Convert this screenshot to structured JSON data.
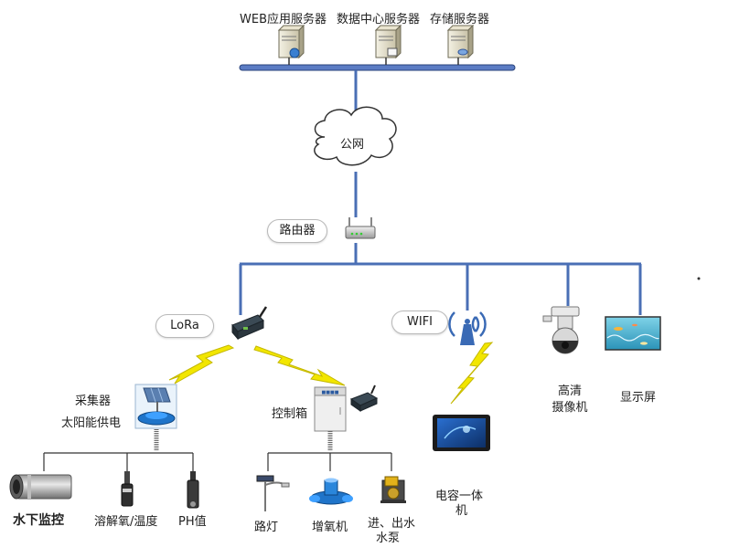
{
  "servers": {
    "web": "WEB应用服务器",
    "datacenter": "数据中心服务器",
    "storage": "存储服务器"
  },
  "cloud": "公网",
  "router": "路由器",
  "lora": "LoRa",
  "wifi": "WIFI",
  "collector": {
    "line1": "采集器",
    "line2": "太阳能供电"
  },
  "control_box": "控制箱",
  "camera": {
    "line1": "高清",
    "line2": "摄像机"
  },
  "display": "显示屏",
  "touch_terminal": {
    "line1": "电容一体",
    "line2": "机"
  },
  "sensors": {
    "underwater": "水下监控",
    "do_temp": "溶解氧/温度",
    "ph": "PH值"
  },
  "actuators": {
    "streetlight": "路灯",
    "aerator": "增氧机",
    "pump_line1": "进、出水",
    "pump_line2": "水泵"
  },
  "colors": {
    "network_line": "#4a6fb5",
    "wireless_bolt": "#f2e600",
    "line_gray": "#555555"
  }
}
